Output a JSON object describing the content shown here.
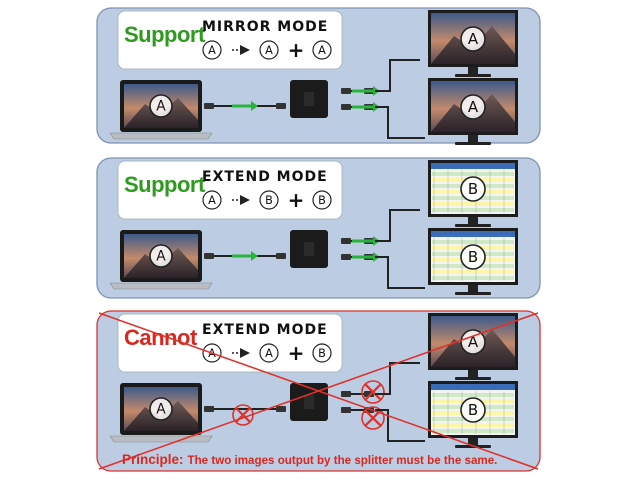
{
  "panels": [
    {
      "status": "Support",
      "status_color": "#2e9a1e",
      "mode": "MIRROR MODE",
      "formula": {
        "source": "A",
        "left": "A",
        "plus": "+",
        "right": "A"
      },
      "laptop_label": "A",
      "monitor_top_label": "A",
      "monitor_bottom_label": "A",
      "monitor_style": "desktop",
      "crossed": false
    },
    {
      "status": "Support",
      "status_color": "#2e9a1e",
      "mode": "EXTEND MODE",
      "formula": {
        "source": "A",
        "left": "B",
        "plus": "+",
        "right": "B"
      },
      "laptop_label": "A",
      "monitor_top_label": "B",
      "monitor_bottom_label": "B",
      "monitor_style": "spreadsheet",
      "crossed": false
    },
    {
      "status": "Cannot",
      "status_color": "#d8281f",
      "mode": "EXTEND MODE",
      "formula": {
        "source": "A",
        "left": "A",
        "plus": "+",
        "right": "B"
      },
      "laptop_label": "A",
      "monitor_top_label": "A",
      "monitor_bottom_label": "B",
      "monitor_style": "mixed",
      "crossed": true
    }
  ],
  "principle": {
    "lead": "Principle:",
    "text": "The two images output by the splitter must be the same."
  },
  "colors": {
    "panel_fill": "#bccde3",
    "panel_border": "#7f93b0",
    "cross_red": "#e0302a",
    "arrow_green": "#26b43a"
  }
}
